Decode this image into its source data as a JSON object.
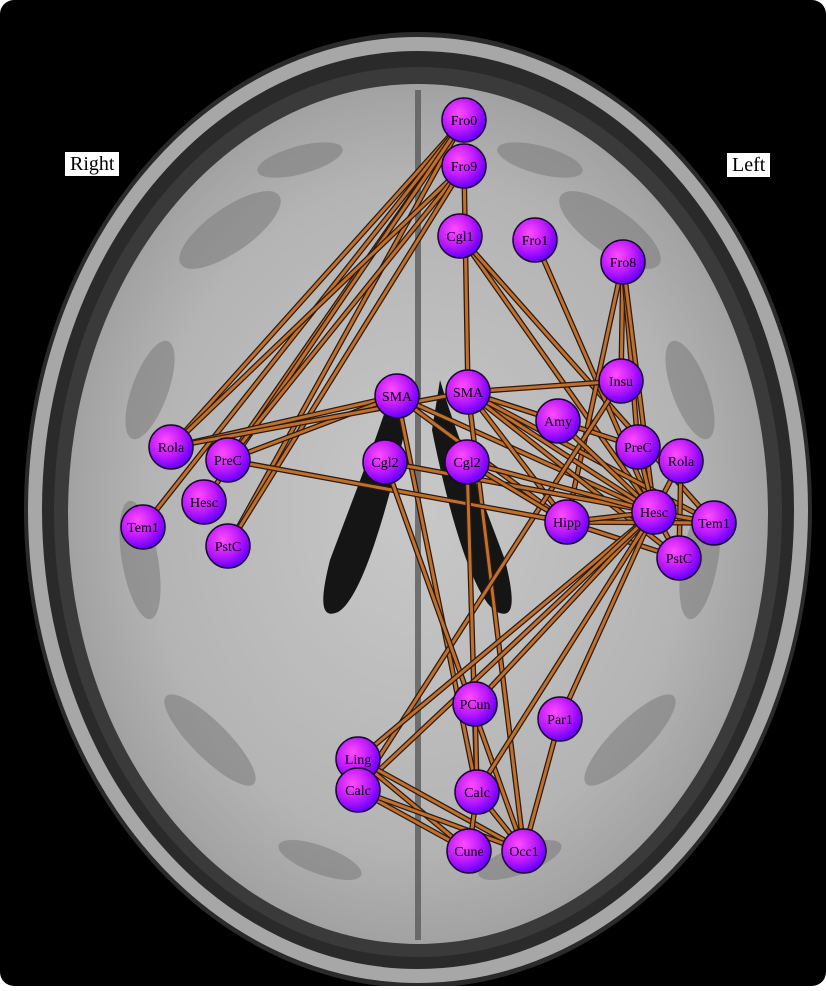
{
  "hemisphere_labels": {
    "right": "Right",
    "left": "Left"
  },
  "colors": {
    "node_fill_center": "#ff3bff",
    "node_fill_edge": "#7a00ff",
    "edge_color": "#c0702c",
    "edge_outline": "#2a1a10",
    "background": "#000000"
  },
  "nodes": [
    {
      "id": "n1",
      "label": "Fro0"
    },
    {
      "id": "n2",
      "label": "Fro9"
    },
    {
      "id": "n3",
      "label": "Cgl1"
    },
    {
      "id": "n4",
      "label": "Fro1"
    },
    {
      "id": "n5",
      "label": "Fro8"
    },
    {
      "id": "n6",
      "label": "SMA"
    },
    {
      "id": "n7",
      "label": "SMA"
    },
    {
      "id": "n8",
      "label": "Insu"
    },
    {
      "id": "n9",
      "label": "Amy"
    },
    {
      "id": "n10",
      "label": "Rola"
    },
    {
      "id": "n11",
      "label": "PreC"
    },
    {
      "id": "n12",
      "label": "Cgl2"
    },
    {
      "id": "n13",
      "label": "Cgl2"
    },
    {
      "id": "n14",
      "label": "PreC"
    },
    {
      "id": "n15",
      "label": "Rola"
    },
    {
      "id": "n16",
      "label": "Hesc"
    },
    {
      "id": "n17",
      "label": "Tem1"
    },
    {
      "id": "n18",
      "label": "PstC"
    },
    {
      "id": "n19",
      "label": "Hipp"
    },
    {
      "id": "n20",
      "label": "Hesc"
    },
    {
      "id": "n21",
      "label": "Tem1"
    },
    {
      "id": "n22",
      "label": "PstC"
    },
    {
      "id": "n23",
      "label": "PCun"
    },
    {
      "id": "n24",
      "label": "Par1"
    },
    {
      "id": "n25",
      "label": "Ling"
    },
    {
      "id": "n26",
      "label": "Calc"
    },
    {
      "id": "n27",
      "label": "Calc"
    },
    {
      "id": "n28",
      "label": "Cune"
    },
    {
      "id": "n29",
      "label": "Occ1"
    }
  ],
  "edges": [
    [
      "n1",
      "n10"
    ],
    [
      "n1",
      "n11"
    ],
    [
      "n1",
      "n17"
    ],
    [
      "n1",
      "n18"
    ],
    [
      "n1",
      "n16"
    ],
    [
      "n2",
      "n10"
    ],
    [
      "n2",
      "n11"
    ],
    [
      "n2",
      "n18"
    ],
    [
      "n2",
      "n7"
    ],
    [
      "n3",
      "n20"
    ],
    [
      "n3",
      "n21"
    ],
    [
      "n4",
      "n20"
    ],
    [
      "n5",
      "n8"
    ],
    [
      "n5",
      "n14"
    ],
    [
      "n5",
      "n20"
    ],
    [
      "n5",
      "n19"
    ],
    [
      "n6",
      "n10"
    ],
    [
      "n6",
      "n11"
    ],
    [
      "n6",
      "n20"
    ],
    [
      "n6",
      "n19"
    ],
    [
      "n6",
      "n27"
    ],
    [
      "n7",
      "n8"
    ],
    [
      "n7",
      "n9"
    ],
    [
      "n7",
      "n19"
    ],
    [
      "n7",
      "n20"
    ],
    [
      "n7",
      "n22"
    ],
    [
      "n7",
      "n21"
    ],
    [
      "n7",
      "n14"
    ],
    [
      "n7",
      "n29"
    ],
    [
      "n7",
      "n10"
    ],
    [
      "n8",
      "n26"
    ],
    [
      "n9",
      "n20"
    ],
    [
      "n11",
      "n19"
    ],
    [
      "n12",
      "n20"
    ],
    [
      "n12",
      "n29"
    ],
    [
      "n13",
      "n19"
    ],
    [
      "n13",
      "n20"
    ],
    [
      "n13",
      "n27"
    ],
    [
      "n14",
      "n20"
    ],
    [
      "n15",
      "n20"
    ],
    [
      "n15",
      "n22"
    ],
    [
      "n19",
      "n21"
    ],
    [
      "n19",
      "n22"
    ],
    [
      "n19",
      "n20"
    ],
    [
      "n20",
      "n21"
    ],
    [
      "n20",
      "n22"
    ],
    [
      "n20",
      "n23"
    ],
    [
      "n20",
      "n24"
    ],
    [
      "n20",
      "n25"
    ],
    [
      "n20",
      "n27"
    ],
    [
      "n20",
      "n26"
    ],
    [
      "n23",
      "n27"
    ],
    [
      "n24",
      "n29"
    ],
    [
      "n25",
      "n28"
    ],
    [
      "n25",
      "n29"
    ],
    [
      "n26",
      "n28"
    ],
    [
      "n26",
      "n29"
    ],
    [
      "n27",
      "n29"
    ],
    [
      "n27",
      "n28"
    ]
  ]
}
